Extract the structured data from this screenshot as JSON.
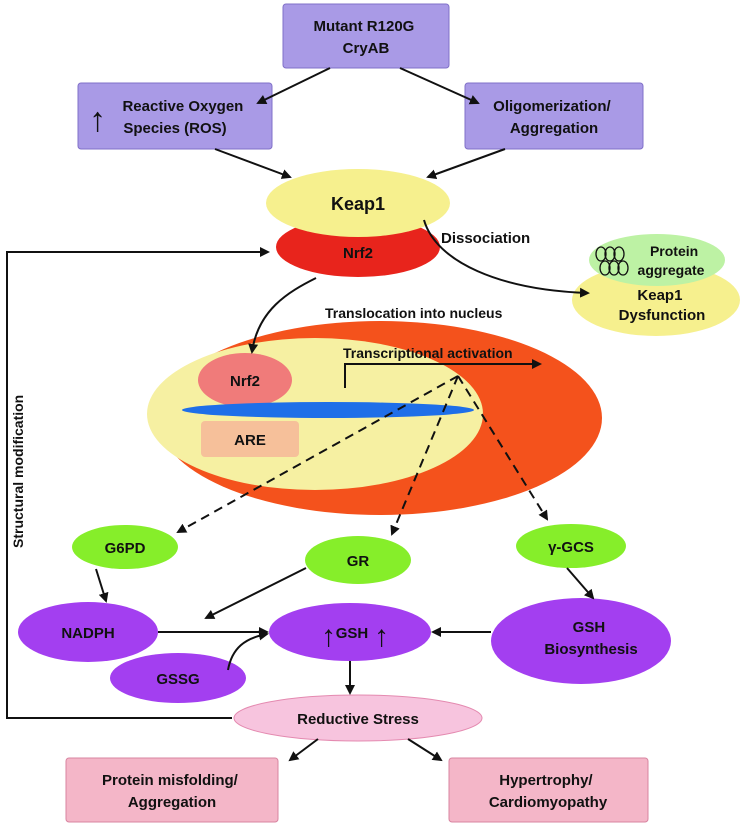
{
  "nodes": {
    "mutant": [
      "Mutant R120G",
      "CryAB"
    ],
    "ros": {
      "arrow_glyph": "↑",
      "lines": [
        "Reactive Oxygen",
        "Species (ROS)"
      ]
    },
    "oligo": [
      "Oligomerization/",
      "Aggregation"
    ],
    "keap1": "Keap1",
    "nrf2": "Nrf2",
    "protein_aggregate": [
      "Protein",
      "aggregate"
    ],
    "keap1_dysfunction": [
      "Keap1",
      "Dysfunction"
    ],
    "nuclear_nrf2": "Nrf2",
    "are": "ARE",
    "g6pd": "G6PD",
    "gr": "GR",
    "ygcs": "γ-GCS",
    "nadph": "NADPH",
    "gsh": {
      "text": "GSH",
      "arrow_glyph": "↑"
    },
    "gssg": "GSSG",
    "gsh_biosynthesis": [
      "GSH",
      "Biosynthesis"
    ],
    "reductive_stress": "Reductive Stress",
    "misfolding": [
      "Protein misfolding/",
      "Aggregation"
    ],
    "hypertrophy": [
      "Hypertrophy/",
      "Cardiomyopathy"
    ]
  },
  "labels": {
    "dissociation": "Dissociation",
    "translocation": "Translocation into nucleus",
    "transcriptional": "Transcriptional activation",
    "structural": "Structural modification"
  },
  "colors": {
    "lavender_box": "#a99ae6",
    "yellow": "#f6f08e",
    "red": "#e8241c",
    "orange": "#f4521c",
    "cream": "#f6f0a2",
    "salmon": "#f07b7a",
    "blue": "#1f6fe8",
    "peach": "#f6c09a",
    "green": "#86ee2a",
    "light_green": "#bdf2a4",
    "purple": "#a33ff0",
    "pink": "#f7c4de",
    "pink_box": "#f4b6c8"
  }
}
